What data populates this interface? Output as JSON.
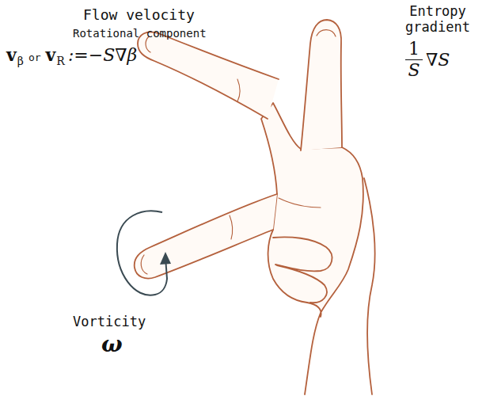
{
  "diagram": {
    "labels": [
      "Flow velocity",
      "Rotational component",
      "v",
      "β",
      "or",
      "v",
      "R",
      ":=−S∇β",
      "Entropy gradient",
      "1",
      "S",
      "∇S",
      "Vorticity",
      "ω"
    ]
  }
}
